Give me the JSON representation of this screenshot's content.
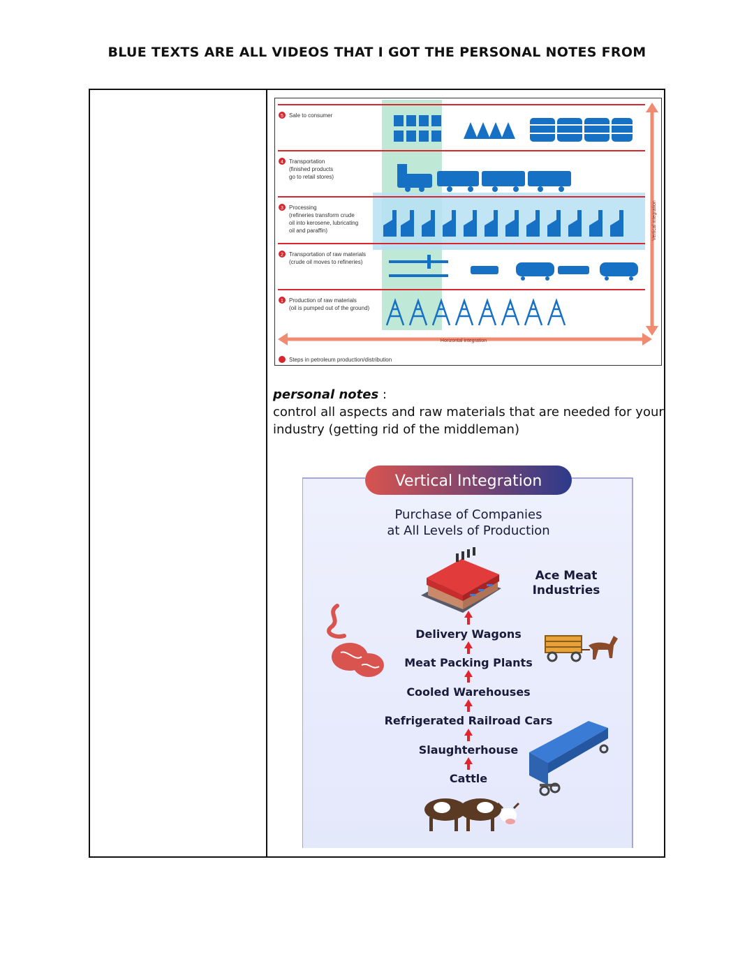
{
  "document": {
    "header": "BLUE TEXTS ARE ALL VIDEOS THAT I GOT THE PERSONAL NOTES FROM"
  },
  "petroleum_diagram": {
    "steps": [
      {
        "number": "5",
        "lines": [
          "Sale to consumer"
        ]
      },
      {
        "number": "4",
        "lines": [
          "Transportation",
          "(finished products",
          "go to retail stores)"
        ]
      },
      {
        "number": "3",
        "lines": [
          "Processing",
          "(refineries transform crude",
          "oil into kerosene, lubricating",
          "oil and paraffin)"
        ]
      },
      {
        "number": "2",
        "lines": [
          "Transportation of raw materials",
          "(crude oil moves to refineries)"
        ]
      },
      {
        "number": "1",
        "lines": [
          "Production of raw materials",
          "(oil is pumped out of the ground)"
        ]
      }
    ],
    "horizontal_label": "Horizontal integration",
    "vertical_label": "Vertical integration",
    "legend": "Steps in petroleum production/distribution",
    "colors": {
      "blue": "#1670c4",
      "red": "#d7262e",
      "arrow": "#f08a70",
      "highlight": "#bfe8d6",
      "band": "#b6e0f3"
    }
  },
  "personal_notes": {
    "heading": "personal notes",
    "separator": ":",
    "body": "control all aspects and raw materials that are needed for your industry (getting rid of the middleman)"
  },
  "vertical_integration": {
    "title": "Vertical Integration",
    "subtitle_line1": "Purchase of Companies",
    "subtitle_line2": "at All Levels of Production",
    "company": [
      "Ace Meat",
      "Industries"
    ],
    "levels": [
      "Delivery Wagons",
      "Meat Packing Plants",
      "Cooled Warehouses",
      "Refrigerated Railroad Cars",
      "Slaughterhouse",
      "Cattle"
    ],
    "icons": [
      "factory-icon",
      "meat-icon",
      "wagon-icon",
      "railcar-icon",
      "cattle-icon"
    ],
    "colors": {
      "title_start": "#d9534f",
      "title_end": "#2d3a8c",
      "panel": "#eceffd",
      "arrow": "#e0262c"
    }
  }
}
